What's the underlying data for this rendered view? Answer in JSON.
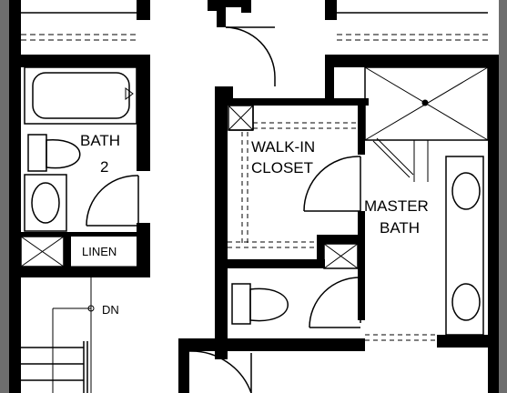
{
  "labels": {
    "bath2_line1": "BATH",
    "bath2_line2": "2",
    "linen": "LINEN",
    "walkin_line1": "WALK-IN",
    "walkin_line2": "CLOSET",
    "master_line1": "MASTER",
    "master_line2": "BATH",
    "stairs_dn": "DN"
  },
  "colors": {
    "wall": "#000000",
    "fixture": "#000000",
    "frame": "#6e6e6e",
    "background": "#ffffff"
  }
}
